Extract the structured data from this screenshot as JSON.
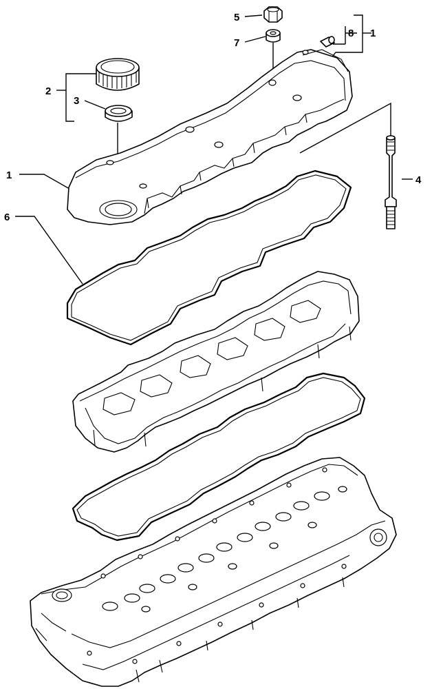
{
  "callouts": {
    "c1_top": "1",
    "c1_left": "1",
    "c2": "2",
    "c3": "3",
    "c4": "4",
    "c5": "5",
    "c6": "6",
    "c7": "7",
    "c8": "8"
  }
}
